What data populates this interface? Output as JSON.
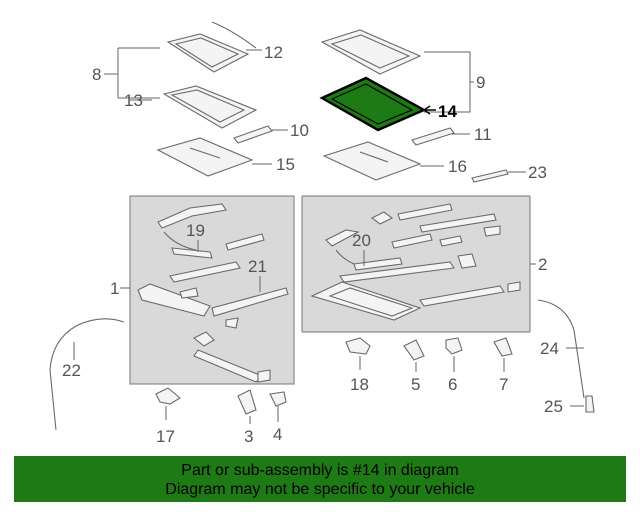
{
  "diagram": {
    "callouts": {
      "c1": "1",
      "c2": "2",
      "c3": "3",
      "c4": "4",
      "c5": "5",
      "c6": "6",
      "c7": "7",
      "c8": "8",
      "c9": "9",
      "c10": "10",
      "c11": "11",
      "c12": "12",
      "c13": "13",
      "c14": "14",
      "c15": "15",
      "c16": "16",
      "c17": "17",
      "c18": "18",
      "c19": "19",
      "c20": "20",
      "c21": "21",
      "c22": "22",
      "c23": "23",
      "c24": "24",
      "c25": "25"
    },
    "highlight_part": "14",
    "colors": {
      "highlight_fill": "#1e7a14",
      "box_fill": "#d9d9d9",
      "banner_bg": "#1e7a14"
    }
  },
  "banner": {
    "line1": "Part or sub-assembly is #14 in diagram",
    "line2": "Diagram may not be specific to your vehicle"
  }
}
